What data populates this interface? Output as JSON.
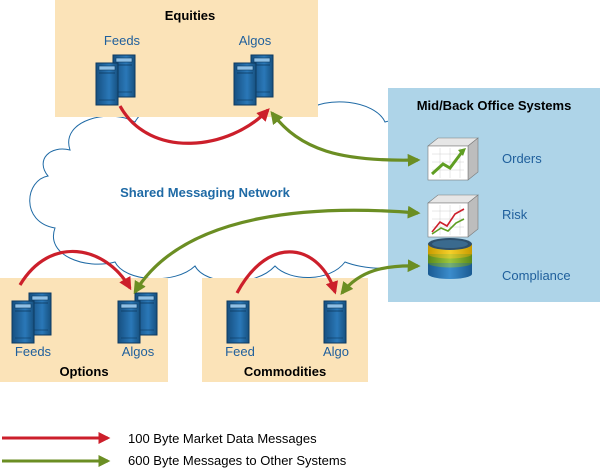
{
  "colors": {
    "region_fill": "#fbe3b8",
    "office_fill": "#aed4e8",
    "label_blue": "#1f5f9c",
    "cloud_text": "#1f6aa5",
    "red_arrow": "#cc1f2b",
    "green_arrow": "#6b8e23",
    "server_blue": "#1f6ba8"
  },
  "regions": {
    "equities": {
      "title": "Equities",
      "feeds_label": "Feeds",
      "algos_label": "Algos"
    },
    "options": {
      "title": "Options",
      "feeds_label": "Feeds",
      "algos_label": "Algos"
    },
    "commodities": {
      "title": "Commodities",
      "feed_label": "Feed",
      "algo_label": "Algo"
    }
  },
  "cloud": {
    "label": "Shared Messaging Network"
  },
  "office": {
    "title": "Mid/Back Office Systems",
    "items": [
      {
        "label": "Orders",
        "icon": "orders-chart-icon"
      },
      {
        "label": "Risk",
        "icon": "risk-chart-icon"
      },
      {
        "label": "Compliance",
        "icon": "compliance-database-icon"
      }
    ]
  },
  "legend": {
    "red": "100 Byte Market Data Messages",
    "green": "600 Byte Messages to Other Systems"
  }
}
